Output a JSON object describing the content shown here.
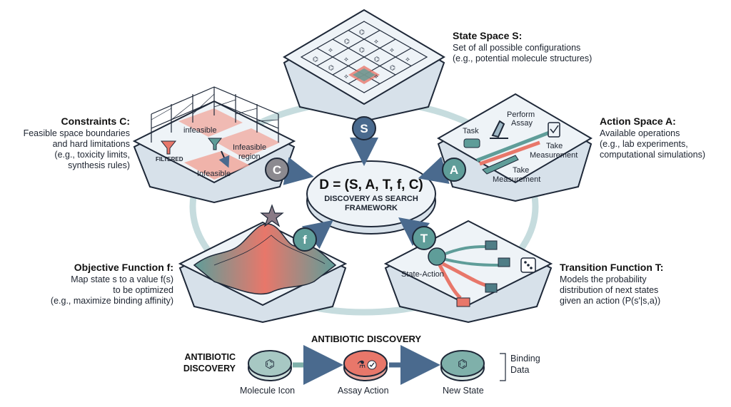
{
  "center": {
    "formula": "D = (S, A, T, f, C)",
    "line1": "DISCOVERY AS SEARCH",
    "line2": "FRAMEWORK"
  },
  "state_space": {
    "title": "State Space S:",
    "desc1": "Set of all possible configurations",
    "desc2": "(e.g., potential molecule structures)",
    "badge": "S"
  },
  "action_space": {
    "title": "Action Space A:",
    "desc1": "Available operations",
    "desc2": "(e.g., lab experiments,",
    "desc3": "computational simulations)",
    "badge": "A",
    "labels": {
      "task": "Task",
      "perform1": "Perform",
      "perform2": "Assay",
      "take1_a": "Take",
      "take1_b": "Measurement",
      "take2_a": "Take",
      "take2_b": "Measurement"
    }
  },
  "constraints": {
    "title": "Constraints C:",
    "desc1": "Feasible space boundaries",
    "desc2": "and hard limitations",
    "desc3": "(e.g., toxicity limits,",
    "desc4": "synthesis rules)",
    "badge": "C",
    "labels": {
      "infeasible_top": "infeasible",
      "filtered": "FILTERED",
      "infeasible_region1": "Infeasible",
      "infeasible_region2": "region",
      "infeasible_bottom": "Infeasible"
    }
  },
  "objective": {
    "title": "Objective Function f:",
    "desc1": "Map state s to a value f(s)",
    "desc2": "to be optimized",
    "desc3": "(e.g., maximize binding affinity)",
    "badge": "f"
  },
  "transition": {
    "title": "Transition Function T:",
    "desc1": "Models the probability",
    "desc2": "distribution of next states",
    "desc3": "given an action (P(s'|s,a))",
    "badge": "T",
    "label": "State-Action"
  },
  "example": {
    "title": "ANTIBIOTIC DISCOVERY",
    "side1": "ANTIBIOTIC",
    "side2": "DISCOVERY",
    "step1": "Molecule Icon",
    "step2": "Assay Action",
    "step3": "New State",
    "result1": "Binding",
    "result2": "Data"
  },
  "colors": {
    "ring": "#c6dcde",
    "teal": "#5f9d99",
    "salmon": "#e8776a",
    "platform": "#eef3f7",
    "outline": "#1e2838",
    "badge_gray": "#8c8a90",
    "arrow_navy": "#4a6a8e"
  }
}
